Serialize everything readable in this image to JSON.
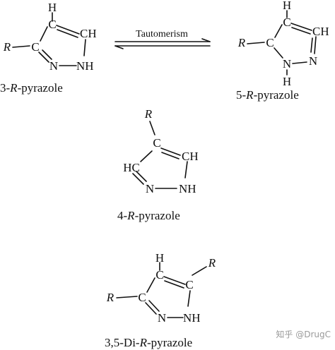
{
  "atoms": {
    "C": "C",
    "CH": "CH",
    "HC": "HC",
    "H": "H",
    "N": "N",
    "NH": "NH",
    "R": "R"
  },
  "arrow": {
    "label": "Tautomerism"
  },
  "captions": {
    "pz3": {
      "num": "3-",
      "r": "R",
      "rest": "-pyrazole"
    },
    "pz5": {
      "num": "5-",
      "r": "R",
      "rest": "-pyrazole"
    },
    "pz4": {
      "num": "4-",
      "r": "R",
      "rest": "-pyrazole"
    },
    "pz35": {
      "num": "3,5-Di-",
      "r": "R",
      "rest": "-pyrazole"
    }
  },
  "watermark": "知乎 @DrugC",
  "colors": {
    "ink": "#111111",
    "watermark": "#9a9a9a",
    "background": "#ffffff"
  }
}
